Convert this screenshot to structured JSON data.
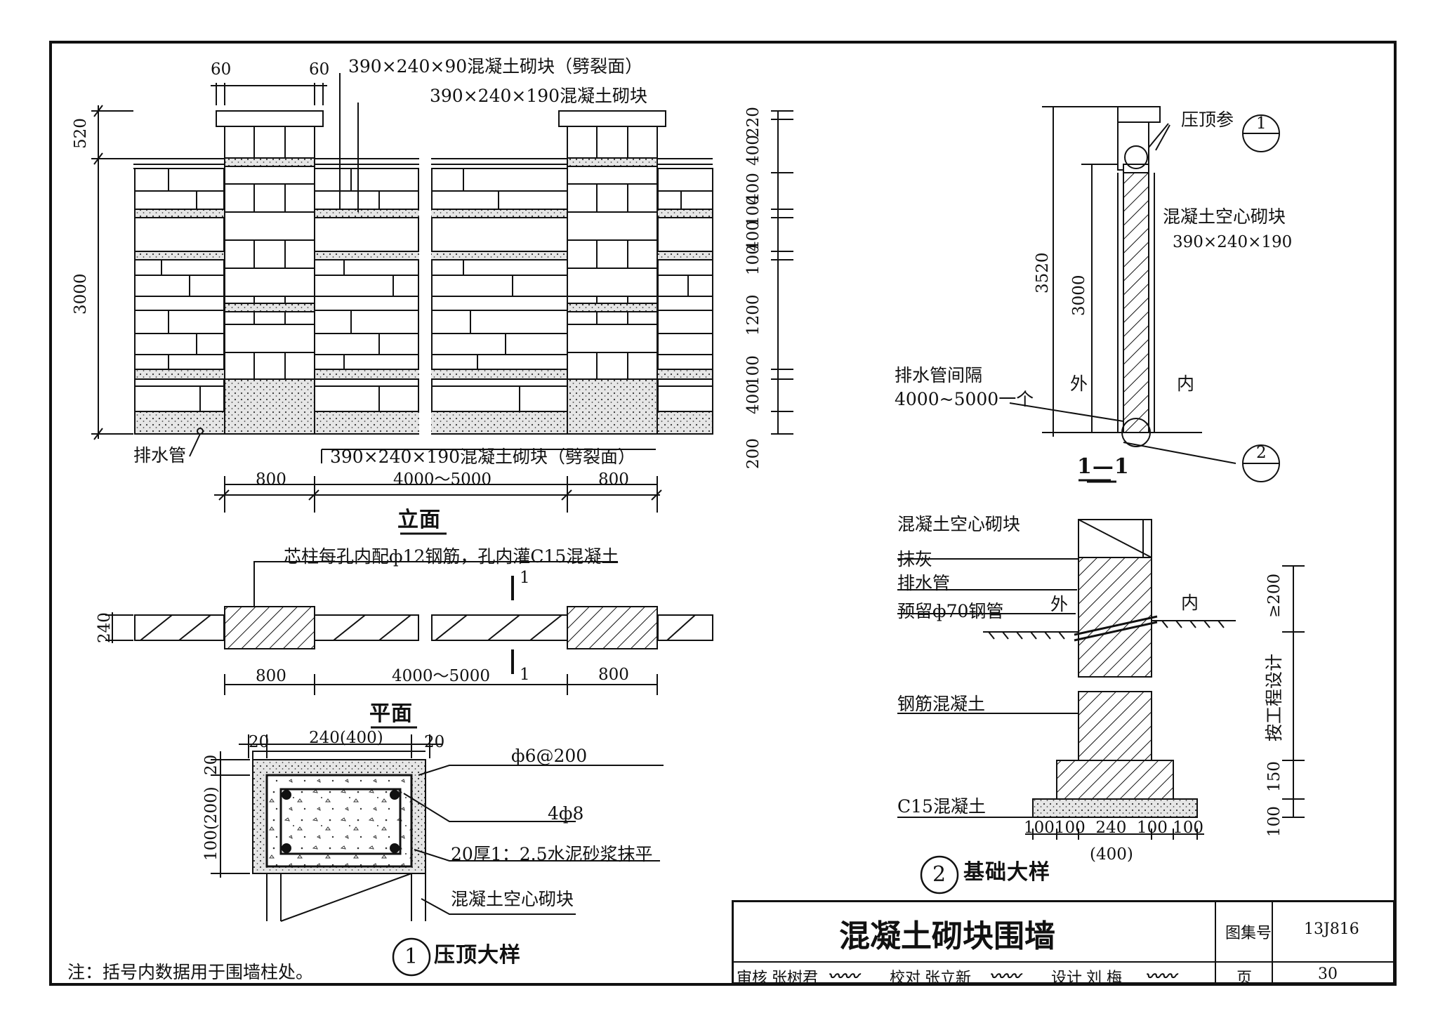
{
  "elevation": {
    "caption": "立面",
    "label_cap": "390×240×90混凝土砌块（劈裂面）",
    "label_block": "390×240×190混凝土砌块",
    "label_split": "390×240×190混凝土砌块（劈裂面）",
    "label_drain": "排水管",
    "dim_60a": "60",
    "dim_60b": "60",
    "dim_520": "520",
    "dim_3000": "3000",
    "bottom_dims": [
      "800",
      "4000～5000",
      "800"
    ],
    "right_dims": [
      "220",
      "400",
      "400",
      "100",
      "400",
      "100",
      "1200",
      "100",
      "400",
      "200"
    ]
  },
  "plan": {
    "caption": "平面",
    "note_core": "芯柱每孔内配ф12钢筋，孔内灌C15混凝土",
    "dim_240": "240",
    "section_mark": "1",
    "bottom_dims": [
      "800",
      "4000～5000",
      "800"
    ]
  },
  "section": {
    "caption": "1—1",
    "label_cap_ref": "压顶参",
    "ref_num_1": "1",
    "label_block": "混凝土空心砌块",
    "label_block_size": "390×240×190",
    "dim_3520": "3520",
    "dim_3000": "3000",
    "label_drain_a": "排水管间隔",
    "label_drain_b": "4000~5000一个",
    "label_out": "外",
    "label_in": "内",
    "ref_num_2": "2"
  },
  "detail1": {
    "num": "1",
    "caption": "压顶大样",
    "dim_20a": "20",
    "dim_240": "240(400)",
    "dim_20b": "20",
    "dim_20c": "20",
    "dim_100": "100(200)",
    "label_stirrup": "ф6@200",
    "label_bar": "4ф8",
    "label_mortar": "20厚1：2.5水泥砂浆抹平",
    "label_block": "混凝土空心砌块"
  },
  "detail2": {
    "num": "2",
    "caption": "基础大样",
    "label_block": "混凝土空心砌块",
    "label_plaster": "抹灰",
    "label_drain": "排水管",
    "label_pipe": "预留ф70钢管",
    "label_out": "外",
    "label_in": "内",
    "label_rc": "钢筋混凝土",
    "label_c15": "C15混凝土",
    "bottom_dims": "100100  240  100 100",
    "dim_400": "(400)",
    "right_dims": [
      "≥200",
      "按工程设计",
      "150",
      "100"
    ]
  },
  "note": "注：括号内数据用于围墙柱处。",
  "title_block": {
    "title": "混凝土砌块围墙",
    "set_label": "图集号",
    "set_value": "13J816",
    "review_label": "审核",
    "reviewer": "张树君",
    "check_label": "校对",
    "checker": "张立新",
    "design_label": "设计",
    "designer": "刘 梅",
    "page_label": "页",
    "page_value": "30"
  }
}
